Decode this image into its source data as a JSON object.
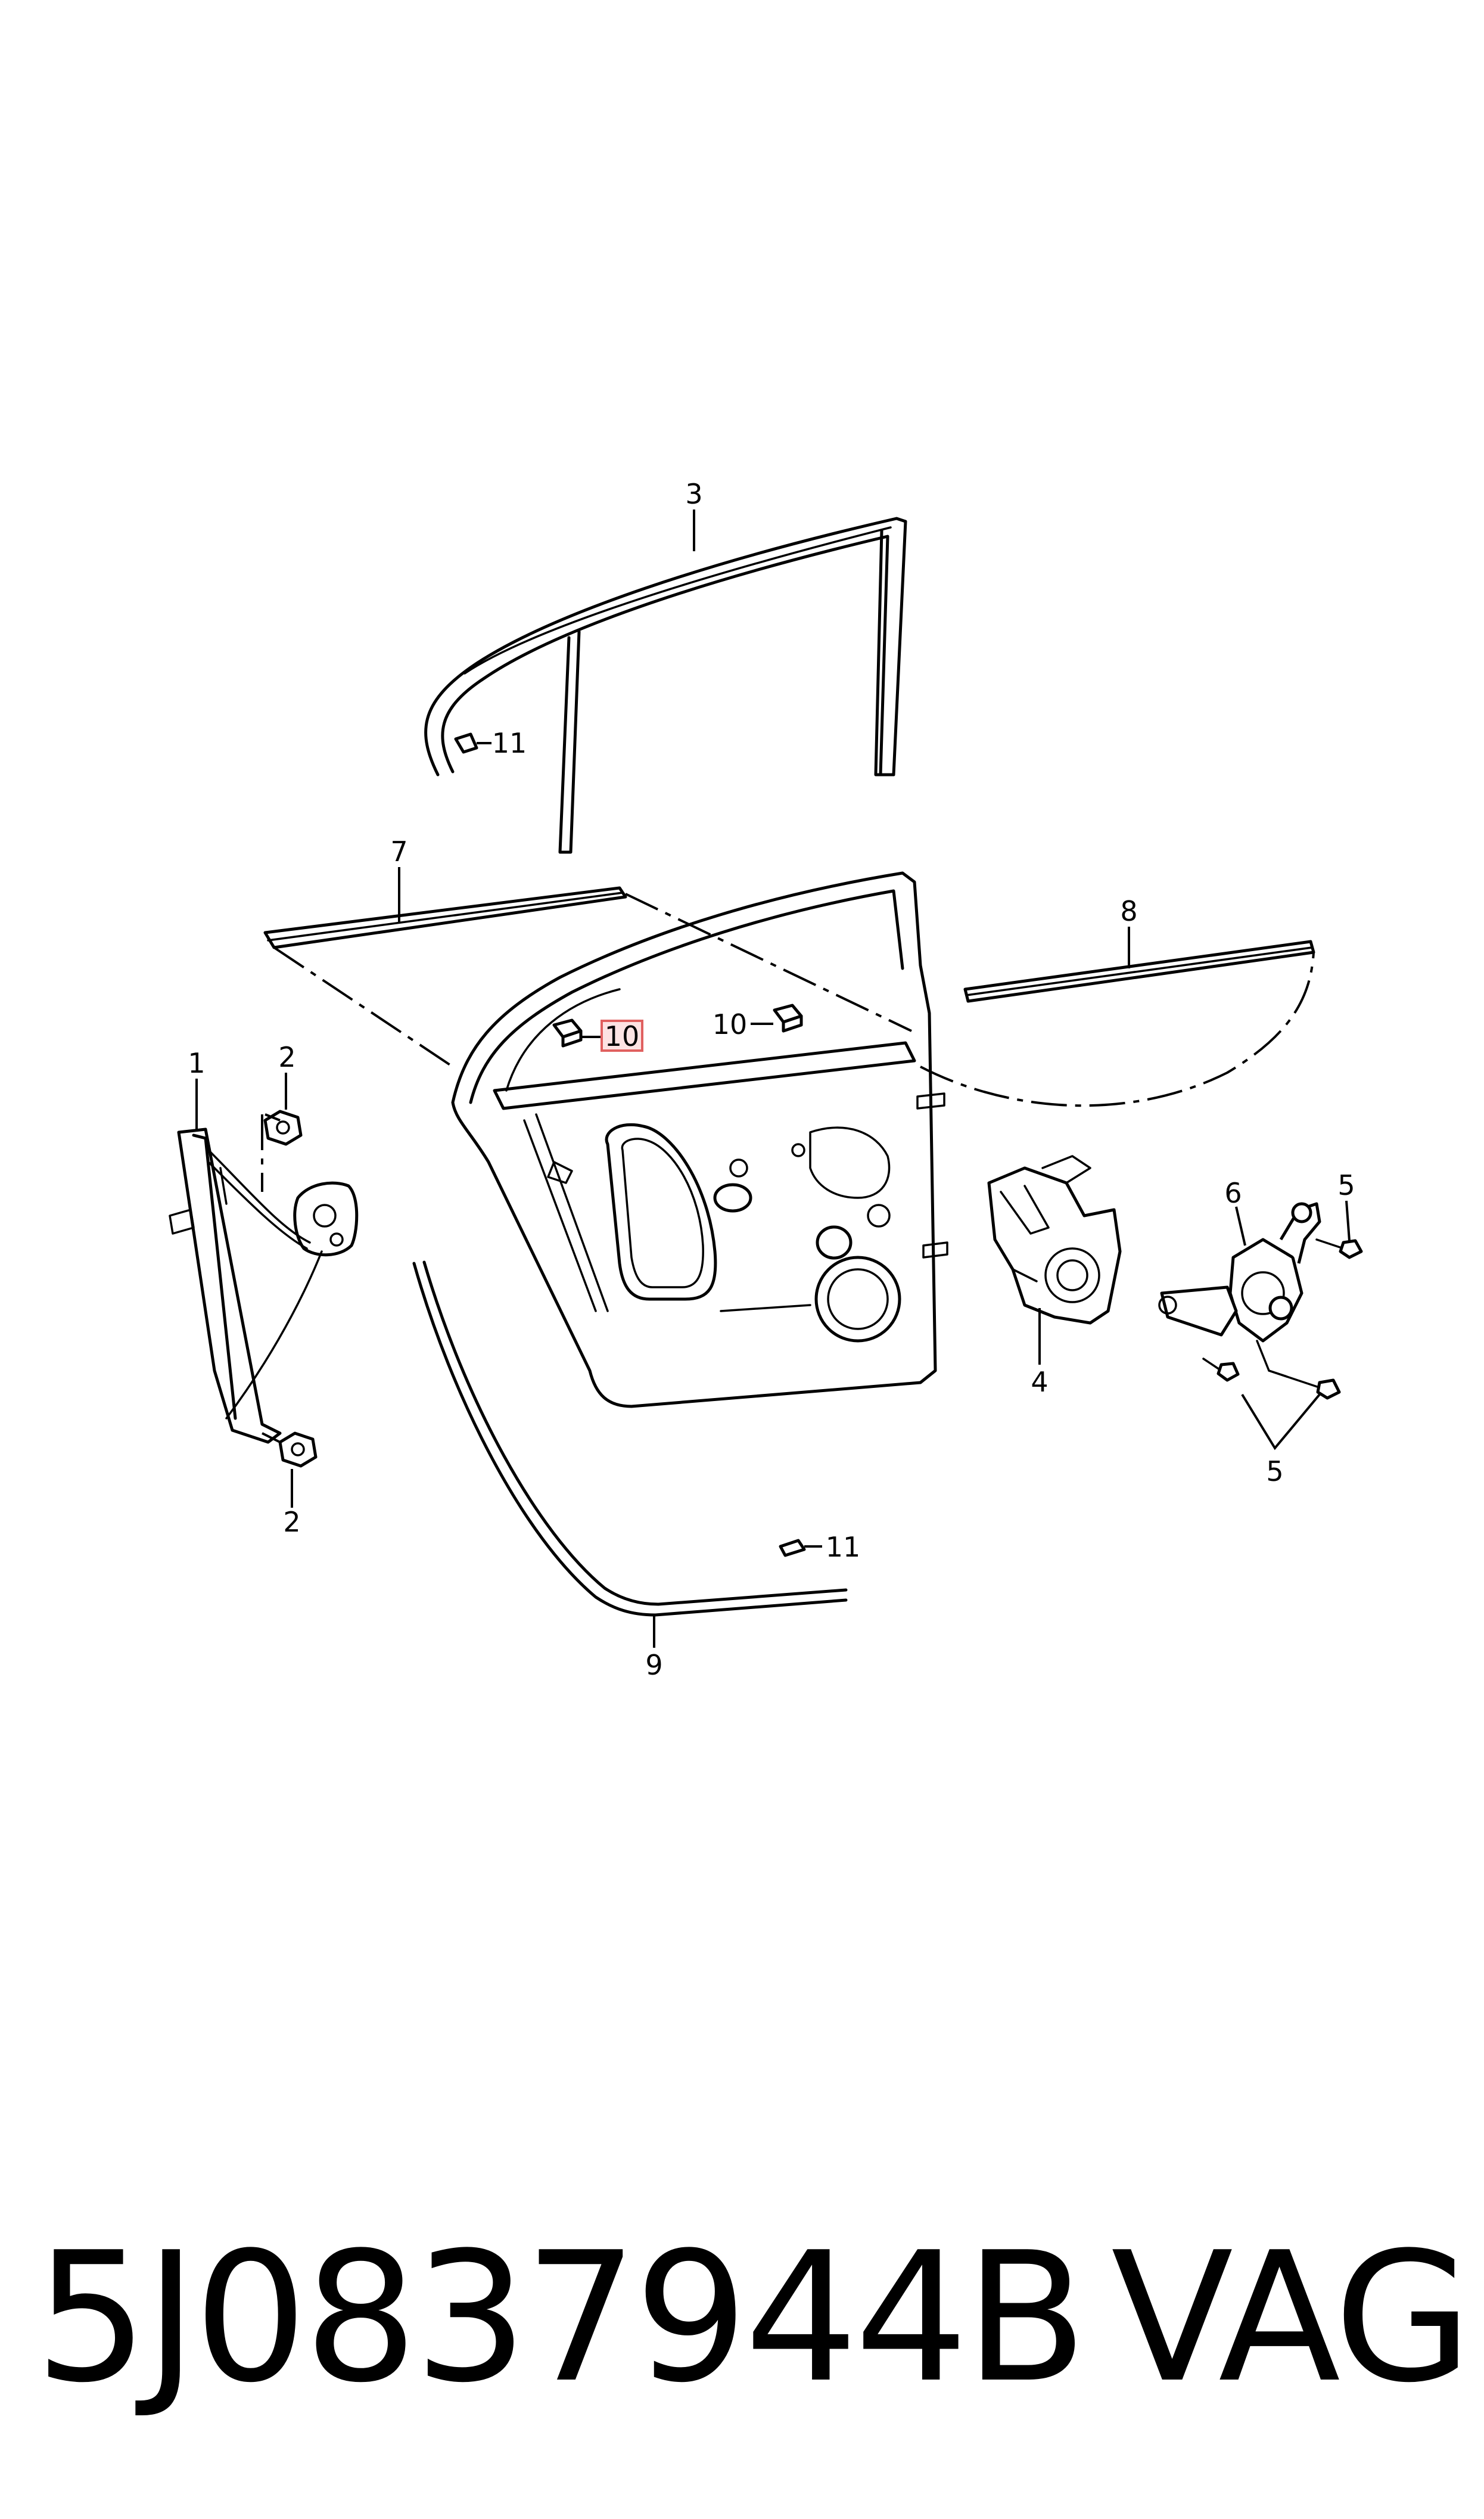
{
  "callouts": {
    "c1": "1",
    "c2a": "2",
    "c2b": "2",
    "c3": "3",
    "c4": "4",
    "c5a": "5",
    "c5b": "5",
    "c6": "6",
    "c7": "7",
    "c8": "8",
    "c9": "9",
    "c10a": "10",
    "c10b": "10",
    "c11a": "11",
    "c11b": "11"
  },
  "highlight_color": "#e0605f",
  "footer": {
    "part_number": "5J0837944B",
    "brand": "VAG"
  }
}
